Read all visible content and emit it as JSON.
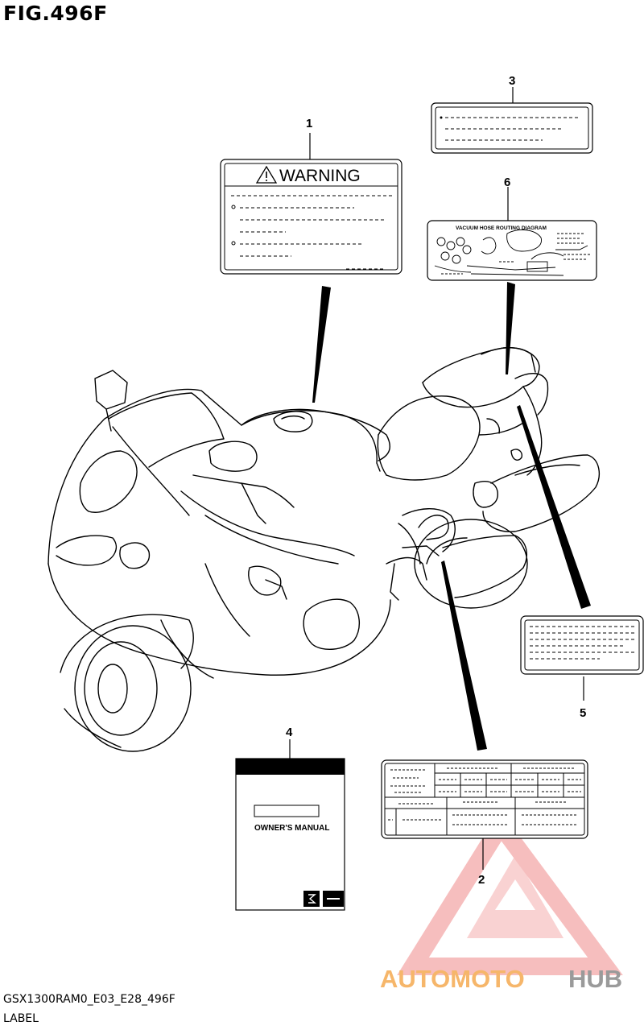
{
  "figure": {
    "title": "FIG.496F",
    "model_code": "GSX1300RAM0_E03_E28_496F",
    "section_label": "LABEL"
  },
  "callouts": [
    "1",
    "2",
    "3",
    "4",
    "5",
    "6"
  ],
  "labels": {
    "warning_text": "WARNING",
    "vacuum_title": "VACUUM HOSE ROUTING DIAGRAM",
    "manual_title": "OWNER'S MANUAL"
  },
  "watermark": {
    "part1": "AUTOMOTO",
    "part2": "HUB",
    "color_primary": "#f08a8a",
    "color_secondary": "#f6b66a",
    "color_tertiary": "#9a9a9a"
  },
  "colors": {
    "line": "#000000",
    "background": "#ffffff"
  }
}
